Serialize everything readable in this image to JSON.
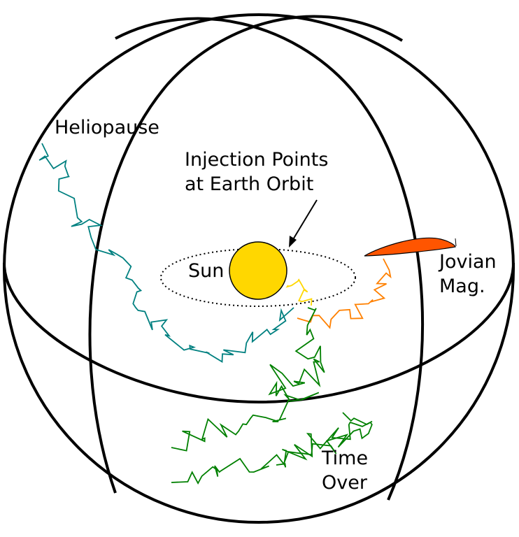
{
  "labels": {
    "heliopause": "Heliopause",
    "injection_line1": "Injection Points",
    "injection_line2": "at Earth Orbit",
    "sun": "Sun",
    "jovian_line1": "Jovian",
    "jovian_line2": "Mag.",
    "time_over_line1": "Time",
    "time_over_line2": "Over"
  },
  "colors": {
    "outline": "#000000",
    "sun": "#ffd700",
    "heliopause_path": "#008080",
    "earth_path": "#ffd700",
    "jovian_path": "#ff8000",
    "jovian_magnetosphere": "#ff5500",
    "time_over_path": "#008000"
  }
}
